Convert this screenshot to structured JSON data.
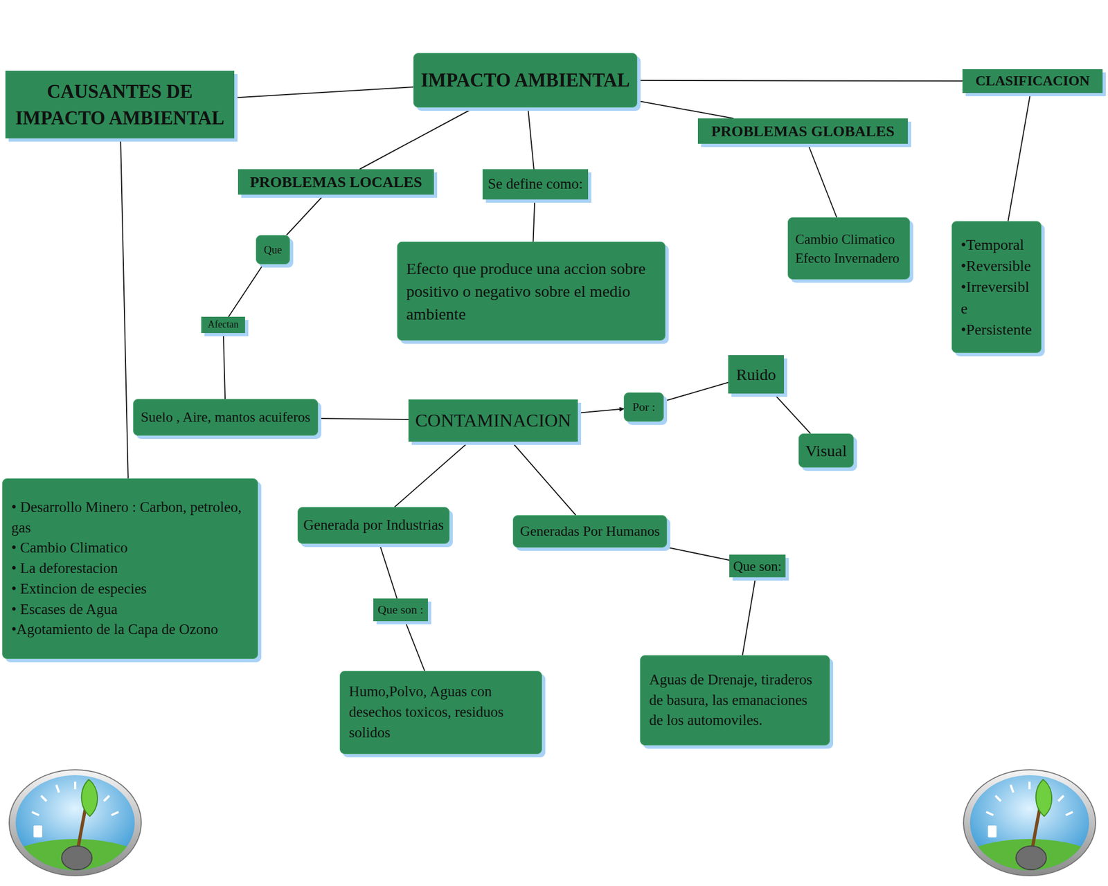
{
  "diagram": {
    "nodes": [
      {
        "text": [
          "CAUSANTES DE IMPACTO AMBIENTAL"
        ]
      },
      {
        "text": [
          "IMPACTO AMBIENTAL"
        ]
      },
      {
        "text": [
          "CLASIFICACION"
        ]
      },
      {
        "text": [
          "PROBLEMAS GLOBALES"
        ]
      },
      {
        "text": [
          "PROBLEMAS LOCALES"
        ]
      },
      {
        "text": [
          "Se define como:"
        ]
      },
      {
        "text": [
          "Cambio Climatico Efecto Invernadero"
        ]
      },
      {
        "text": [
          "•Temporal",
          "•Reversible",
          "•Irreversible",
          "•Persistente"
        ]
      },
      {
        "text": [
          "Que"
        ]
      },
      {
        "text": [
          "Efecto que produce una accion sobre positivo o negativo sobre el medio ambiente"
        ]
      },
      {
        "text": [
          "Afectan"
        ]
      },
      {
        "text": [
          "Ruido"
        ]
      },
      {
        "text": [
          "Por :"
        ]
      },
      {
        "text": [
          "Suelo , Aire, mantos acuiferos"
        ]
      },
      {
        "text": [
          "CONTAMINACION"
        ]
      },
      {
        "text": [
          "Visual"
        ]
      },
      {
        "text": [
          "• Desarrollo Minero : Carbon, petroleo, gas",
          "• Cambio Climatico",
          "• La deforestacion",
          "• Extincion de especies",
          "• Escases de Agua",
          "•Agotamiento de la Capa de Ozono"
        ]
      },
      {
        "text": [
          "Generada por Industrias"
        ]
      },
      {
        "text": [
          "Generadas Por Humanos"
        ]
      },
      {
        "text": [
          "Que son:"
        ]
      },
      {
        "text": [
          "Que son :"
        ]
      },
      {
        "text": [
          "Aguas de Drenaje, tiraderos de basura, las emanaciones de los automoviles."
        ]
      },
      {
        "text": [
          "Humo,Polvo, Aguas con desechos toxicos, residuos solidos"
        ]
      }
    ],
    "edges": [
      {
        "from": 0,
        "to": 1,
        "arrow": "none"
      },
      {
        "from": 1,
        "to": 2,
        "arrow": "none"
      },
      {
        "from": 1,
        "to": 3,
        "arrow": "none"
      },
      {
        "from": 1,
        "to": 4,
        "arrow": "none"
      },
      {
        "from": 1,
        "to": 5,
        "arrow": "none"
      },
      {
        "from": 0,
        "to": 16,
        "arrow": "none"
      },
      {
        "from": 2,
        "to": 7,
        "arrow": "none"
      },
      {
        "from": 3,
        "to": 6,
        "arrow": "none"
      },
      {
        "from": 4,
        "to": 8,
        "arrow": "none"
      },
      {
        "from": 5,
        "to": 9,
        "arrow": "none"
      },
      {
        "from": 8,
        "to": 10,
        "arrow": "none"
      },
      {
        "from": 10,
        "to": 13,
        "arrow": "none"
      },
      {
        "from": 13,
        "to": 14,
        "arrow": "none"
      },
      {
        "from": 14,
        "to": 12,
        "arrow": "to"
      },
      {
        "from": 12,
        "to": 11,
        "arrow": "none"
      },
      {
        "from": 11,
        "to": 15,
        "arrow": "none"
      },
      {
        "from": 14,
        "to": 17,
        "arrow": "none"
      },
      {
        "from": 14,
        "to": 18,
        "arrow": "none"
      },
      {
        "from": 17,
        "to": 20,
        "arrow": "none"
      },
      {
        "from": 20,
        "to": 22,
        "arrow": "none"
      },
      {
        "from": 18,
        "to": 19,
        "arrow": "none"
      },
      {
        "from": 19,
        "to": 21,
        "arrow": "none"
      }
    ]
  }
}
